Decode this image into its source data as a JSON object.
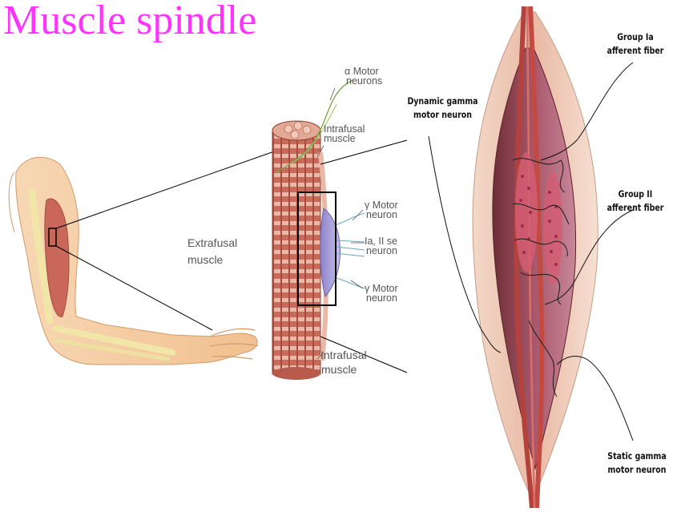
{
  "slide": {
    "title": "Muscle spindle"
  },
  "left_figure": {
    "labels": {
      "alpha_motor_1": "α Motor",
      "alpha_motor_2": "neurons",
      "intrafusal_top_1": "Intrafusal",
      "intrafusal_top_2": "muscle",
      "gamma_motor_top_1": "γ Motor",
      "gamma_motor_top_2": "neuron",
      "sensory_1": "Ia, II se",
      "sensory_2": "neuron",
      "gamma_motor_bot_1": "γ Motor",
      "gamma_motor_bot_2": "neuron",
      "extrafusal_1": "Extrafusal",
      "extrafusal_2": "muscle",
      "intrafusal_bot_1": "Intrafusal",
      "intrafusal_bot_2": "muscle"
    }
  },
  "right_figure": {
    "labels": {
      "dynamic_gamma_1": "Dynamic gamma",
      "dynamic_gamma_2": "motor neuron",
      "group_ia_1": "Group Ia",
      "group_ia_2": "afferent fiber",
      "group_ii_1": "Group II",
      "group_ii_2": "afferent fiber",
      "static_gamma_1": "Static gamma",
      "static_gamma_2": "motor neuron"
    }
  }
}
